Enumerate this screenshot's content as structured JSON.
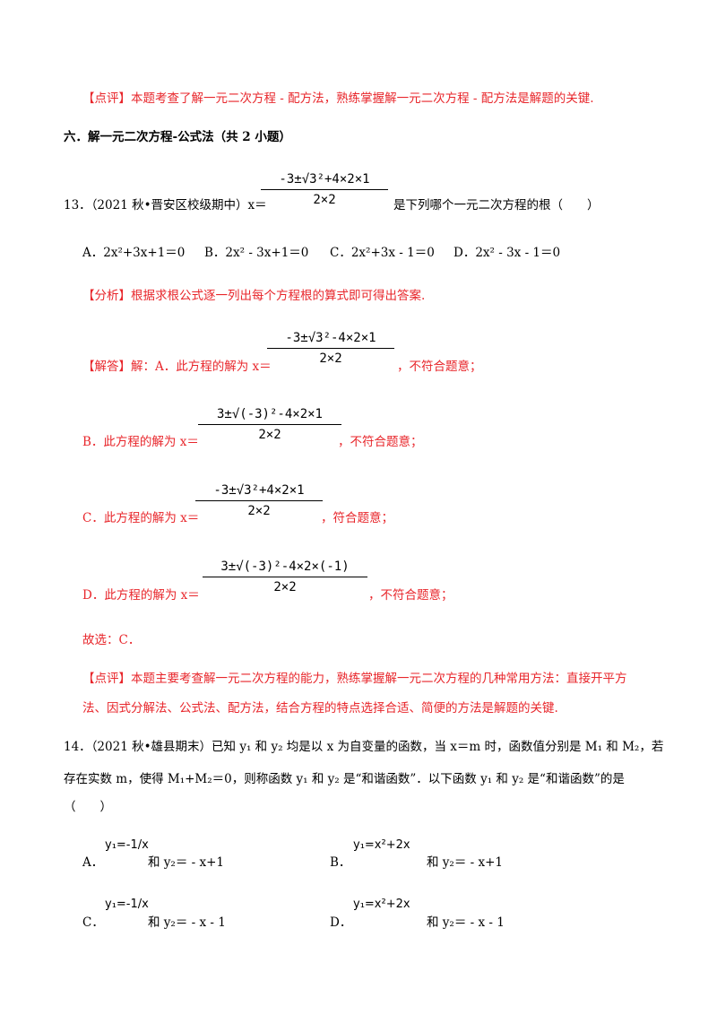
{
  "comment1": {
    "tag": "【点评】",
    "text": "本题考查了解一元二次方程 - 配方法，熟练掌握解一元二次方程 - 配方法是解题的关键."
  },
  "section": {
    "title": "六．解一元二次方程-公式法（共 2 小题）"
  },
  "q13": {
    "number": "13．",
    "source": "（2021 秋•晋安区校级期中）x＝",
    "formula_num": "-3±√3²+4×2×1",
    "formula_den": "2×2",
    "tail": "是下列哪个一元二次方程的根（　　）",
    "options": [
      {
        "label": "A．",
        "text": "2x²+3x+1＝0"
      },
      {
        "label": "B．",
        "text": "2x² - 3x+1＝0"
      },
      {
        "label": "C．",
        "text": "2x²+3x - 1＝0"
      },
      {
        "label": "D．",
        "text": "2x² - 3x - 1＝0"
      }
    ],
    "analysis_tag": "【分析】",
    "analysis": "根据求根公式逐一列出每个方程根的算式即可得出答案.",
    "answer_tag": "【解答】",
    "answer_intro": "解：A．此方程的解为 x＝",
    "steps": [
      {
        "num": "-3±√3²-4×2×1",
        "den": "2×2",
        "note": "，不符合题意；"
      },
      {
        "lead": "B．此方程的解为 x＝",
        "num": "3±√(-3)²-4×2×1",
        "den": "2×2",
        "note": "，不符合题意；"
      },
      {
        "lead": "C．此方程的解为 x＝",
        "num": "-3±√3²+4×2×1",
        "den": "2×2",
        "note": "，符合题意；"
      },
      {
        "lead": "D．此方程的解为 x＝",
        "num": "3±√(-3)²-4×2×(-1)",
        "den": "2×2",
        "note": "，不符合题意；"
      }
    ],
    "choice": "故选：C．",
    "comment_tag": "【点评】",
    "comment_line1": "本题主要考查解一元二次方程的能力，熟练掌握解一元二次方程的几种常用方法：直接开平方",
    "comment_line2": "法、因式分解法、公式法、配方法，结合方程的特点选择合适、简便的方法是解题的关键."
  },
  "q14": {
    "number": "14．",
    "line1": "（2021 秋•雄县期末）已知 y₁ 和 y₂ 均是以 x 为自变量的函数，当 x＝m 时，函数值分别是 M₁ 和 M₂，若",
    "line2": "存在实数 m，使得 M₁+M₂＝0，则称函数 y₁ 和 y₂ 是“和谐函数”．以下函数 y₁ 和 y₂ 是“和谐函数”的是",
    "line3": "（　　）",
    "options": [
      {
        "label": "A．",
        "y1": "y₁=-1/x",
        "y2": "和 y₂＝ - x+1"
      },
      {
        "label": "B．",
        "y1": "y₁=x²+2x",
        "y2": "和 y₂＝ - x+1"
      },
      {
        "label": "C．",
        "y1": "y₁=-1/x",
        "y2": "和 y₂＝ - x - 1"
      },
      {
        "label": "D．",
        "y1": "y₁=x²+2x",
        "y2": "和 y₂＝ - x - 1"
      }
    ]
  }
}
